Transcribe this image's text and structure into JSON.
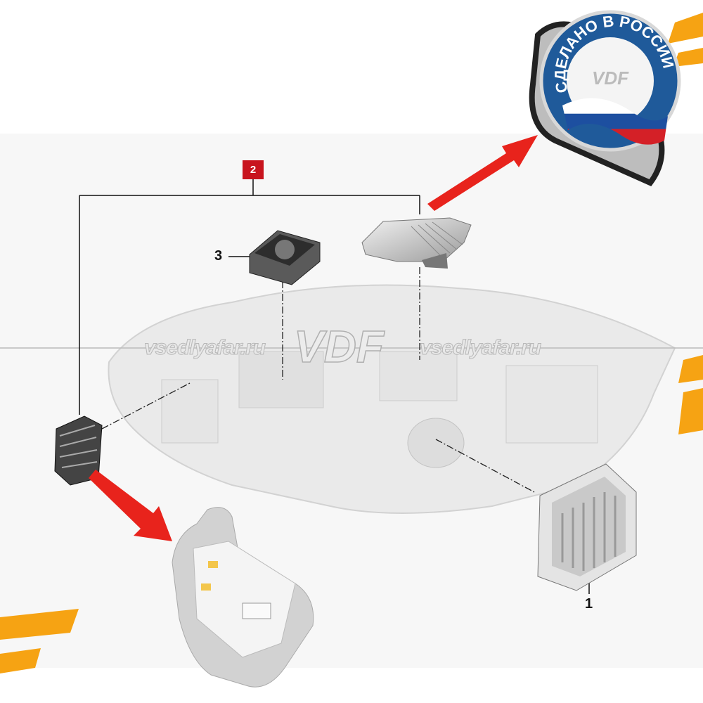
{
  "callouts": {
    "part_1": "1",
    "part_2": "2",
    "part_3": "3"
  },
  "watermark": {
    "site_left": "vsedlyafar.ru",
    "site_right": "vsedlyafar.ru",
    "logo": "VDF"
  },
  "badge": {
    "text": "СДЕЛАНО В РОССИИ",
    "logo": "VDF"
  },
  "colors": {
    "callout_red": "#c8141e",
    "arrow_red": "#e8231c",
    "accent_orange": "#f6a313",
    "badge_blue": "#1f5a9a"
  }
}
